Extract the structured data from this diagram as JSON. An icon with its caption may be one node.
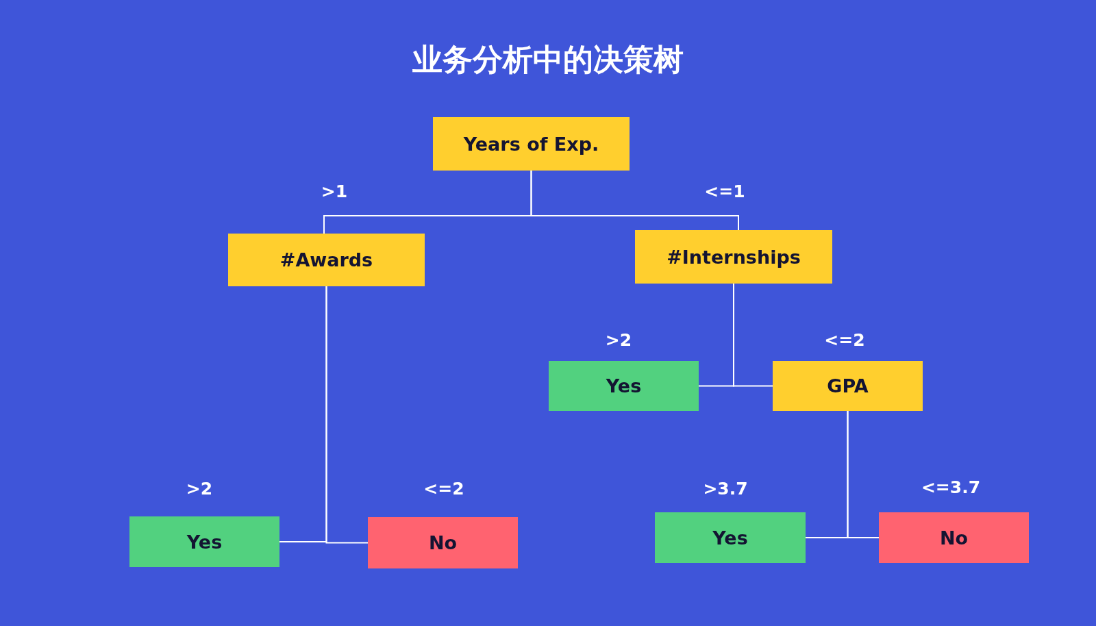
{
  "diagram": {
    "title": "业务分析中的决策树",
    "nodes": [
      {
        "text": [
          "Years of Exp."
        ]
      },
      {
        "text": [
          "#Awards"
        ]
      },
      {
        "text": [
          "#Internships"
        ]
      },
      {
        "text": [
          "Yes"
        ]
      },
      {
        "text": [
          "GPA"
        ]
      },
      {
        "text": [
          "Yes"
        ]
      },
      {
        "text": [
          "No"
        ]
      },
      {
        "text": [
          "Yes"
        ]
      },
      {
        "text": [
          "No"
        ]
      }
    ],
    "edges": [
      {
        "from": 0,
        "to": 1,
        "arrow": "none",
        "label": ">1"
      },
      {
        "from": 0,
        "to": 2,
        "arrow": "none",
        "label": "<=1"
      },
      {
        "from": 2,
        "to": 3,
        "arrow": "none",
        "label": ">2"
      },
      {
        "from": 2,
        "to": 4,
        "arrow": "none",
        "label": "<=2"
      },
      {
        "from": 1,
        "to": 5,
        "arrow": "none",
        "label": ">2"
      },
      {
        "from": 1,
        "to": 6,
        "arrow": "none",
        "label": "<=2"
      },
      {
        "from": 4,
        "to": 7,
        "arrow": "none",
        "label": ">3.7"
      },
      {
        "from": 4,
        "to": 8,
        "arrow": "none",
        "label": "<=3.7"
      }
    ]
  }
}
